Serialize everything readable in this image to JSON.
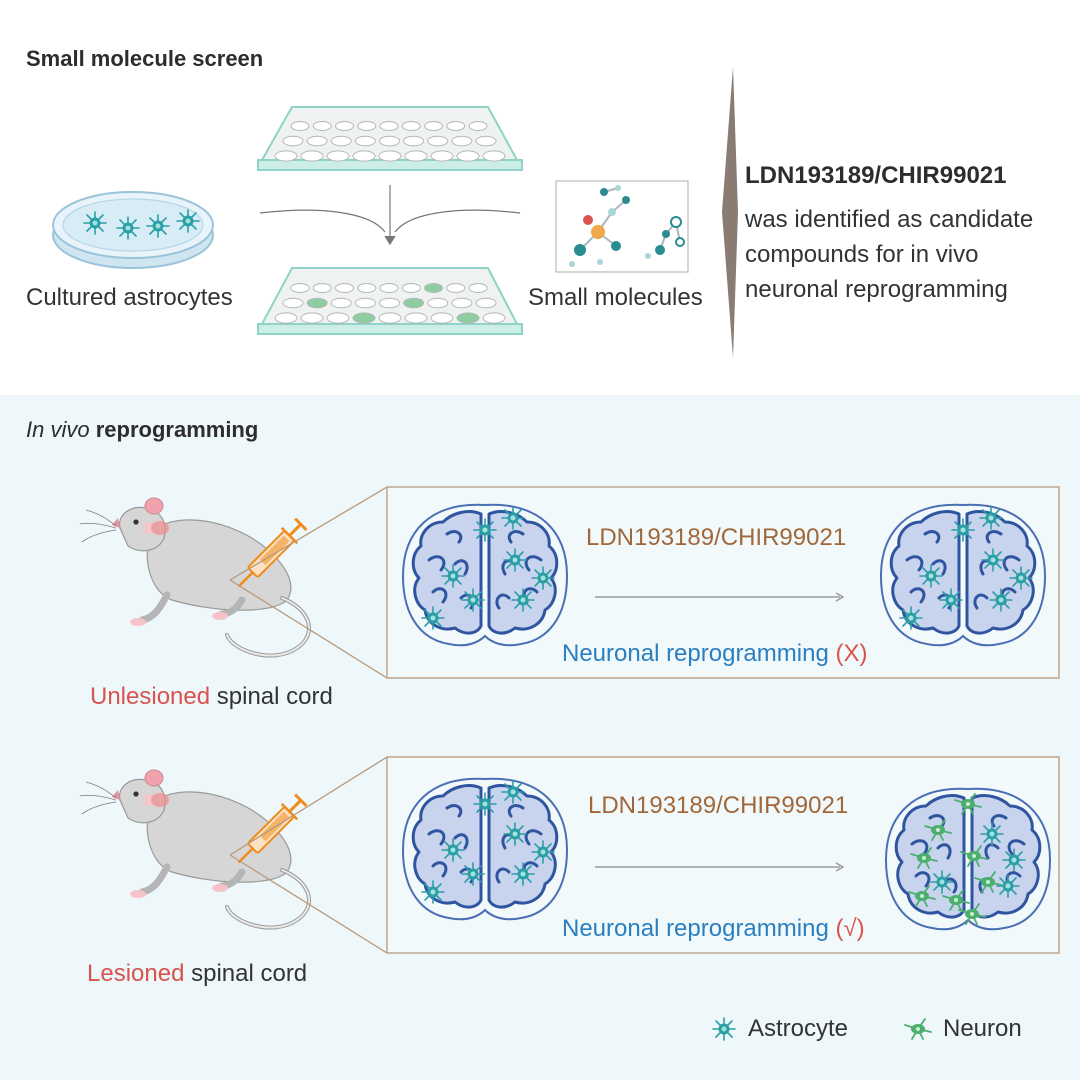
{
  "screen": {
    "title": "Small molecule screen",
    "astrocytes_label": "Cultured astrocytes",
    "molecules_label": "Small molecules",
    "candidate": {
      "compound": "LDN193189/CHIR99021",
      "description_lines": [
        "was identified as candidate",
        "compounds for in vivo",
        "neuronal reprogramming"
      ]
    }
  },
  "invivo": {
    "title_italic": "In vivo",
    "title_rest": "reprogramming",
    "panels": [
      {
        "condition": "Unlesioned",
        "tissue": "spinal cord",
        "drug": "LDN193189/CHIR99021",
        "outcome_text": "Neuronal reprogramming",
        "outcome_mark": "(X)"
      },
      {
        "condition": "Lesioned",
        "tissue": "spinal cord",
        "drug": "LDN193189/CHIR99021",
        "outcome_text": "Neuronal reprogramming",
        "outcome_mark": "(√)"
      }
    ]
  },
  "legend": {
    "astrocyte": "Astrocyte",
    "neuron": "Neuron"
  },
  "colors": {
    "astrocyte": "#2a9fa5",
    "neuron": "#4caf6e",
    "brain": "#4a6fb5",
    "drug_text": "#a0683a",
    "outcome_text": "#2a7fc1",
    "condition_text": "#d9534f",
    "plate_border": "#8ed3c5",
    "lower_bg": "#eef7f9"
  }
}
